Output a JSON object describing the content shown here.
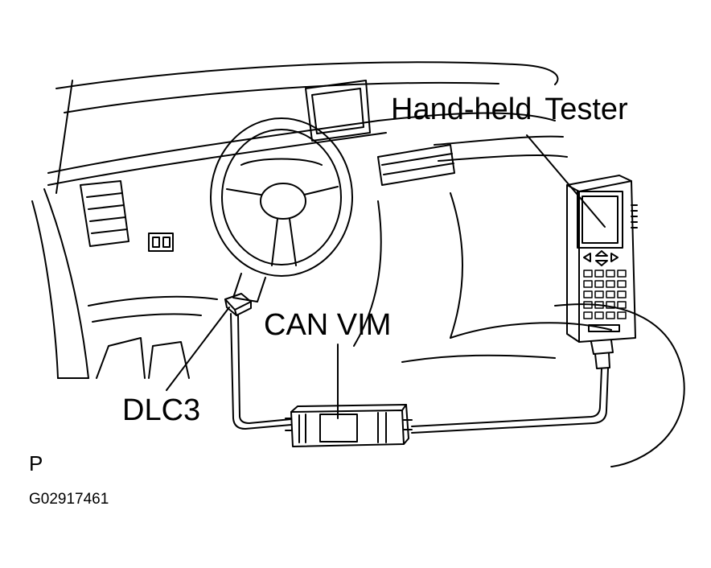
{
  "labels": {
    "tester": "Hand-held  Tester",
    "can_vim": "CAN VIM",
    "dlc3": "DLC3",
    "view_marker": "P",
    "figure_code": "G02917461"
  },
  "colors": {
    "ink": "#000000",
    "paper": "#ffffff"
  }
}
